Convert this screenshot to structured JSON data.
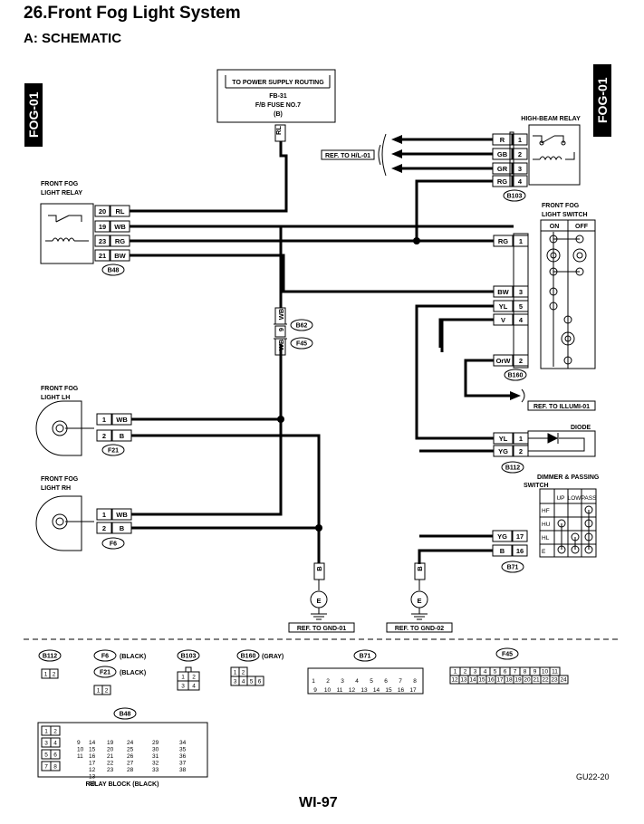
{
  "header": {
    "title": "26.Front Fog Light System",
    "subtitle": "A:  SCHEMATIC"
  },
  "tabs": {
    "left": "FOG-01",
    "right": "FOG-01"
  },
  "power": {
    "line1": "TO POWER SUPPLY ROUTING",
    "line2": "FB-31",
    "line3": "F/B FUSE NO.7",
    "line4": "(B)",
    "wire": "RL"
  },
  "high_beam_relay": {
    "label": "HIGH-BEAM RELAY",
    "connector": "B103",
    "ref": "REF. TO H/L-01",
    "pins": [
      {
        "wire": "R",
        "pin": "1"
      },
      {
        "wire": "GB",
        "pin": "2"
      },
      {
        "wire": "GR",
        "pin": "3"
      },
      {
        "wire": "RG",
        "pin": "4"
      }
    ]
  },
  "fog_relay": {
    "label1": "FRONT FOG",
    "label2": "LIGHT RELAY",
    "connector": "B48",
    "pins": [
      {
        "pin": "20",
        "wire": "RL"
      },
      {
        "pin": "19",
        "wire": "WB"
      },
      {
        "pin": "23",
        "wire": "RG"
      },
      {
        "pin": "21",
        "wire": "BW"
      }
    ]
  },
  "fog_switch": {
    "label1": "FRONT FOG",
    "label2": "LIGHT SWITCH",
    "col_on": "ON",
    "col_off": "OFF",
    "connector": "B160",
    "ref": "REF. TO ILLUMI-01",
    "pins": [
      {
        "wire": "RG",
        "pin": "1"
      },
      {
        "wire": "BW",
        "pin": "3"
      },
      {
        "wire": "YL",
        "pin": "5"
      },
      {
        "wire": "V",
        "pin": "4"
      },
      {
        "wire": "OrW",
        "pin": "2"
      }
    ]
  },
  "midconn": {
    "top": "B62",
    "bottom": "F45",
    "wire_top": "WB",
    "pin": "9",
    "wire_bottom": "WB"
  },
  "fog_lh": {
    "label1": "FRONT FOG",
    "label2": "LIGHT LH",
    "connector": "F21",
    "pins": [
      {
        "pin": "1",
        "wire": "WB"
      },
      {
        "pin": "2",
        "wire": "B"
      }
    ]
  },
  "fog_rh": {
    "label1": "FRONT FOG",
    "label2": "LIGHT RH",
    "connector": "F6",
    "pins": [
      {
        "pin": "1",
        "wire": "WB"
      },
      {
        "pin": "2",
        "wire": "B"
      }
    ]
  },
  "diode": {
    "label": "DIODE",
    "connector": "B112",
    "pins": [
      {
        "wire": "YL",
        "pin": "1"
      },
      {
        "wire": "YG",
        "pin": "2"
      }
    ]
  },
  "dimmer": {
    "label1": "DIMMER & PASSING",
    "label2": "SWITCH",
    "cols": [
      "UP",
      "LOW",
      "PASS"
    ],
    "rows": [
      "HF",
      "HU",
      "HL",
      "E"
    ],
    "connector": "B71",
    "pins": [
      {
        "wire": "YG",
        "pin": "17"
      },
      {
        "wire": "B",
        "pin": "16"
      }
    ]
  },
  "grounds": [
    {
      "wire": "B",
      "symbol": "E",
      "ref": "REF. TO GND-01"
    },
    {
      "wire": "B",
      "symbol": "E",
      "ref": "REF. TO GND-02"
    }
  ],
  "legend": {
    "b112": {
      "name": "B112",
      "cells": [
        "1",
        "2"
      ]
    },
    "f6": {
      "name": "F6",
      "color": "(BLACK)"
    },
    "f21": {
      "name": "F21",
      "color": "(BLACK)",
      "cells": [
        "1",
        "2"
      ]
    },
    "b103": {
      "name": "B103",
      "cells": [
        "1",
        "2",
        "3",
        "4"
      ]
    },
    "b160": {
      "name": "B160",
      "color": "(GRAY)",
      "cells": [
        "1",
        "2",
        "3",
        "4",
        "5",
        "6"
      ]
    },
    "b71": {
      "name": "B71",
      "row1": [
        "1",
        "2",
        "3",
        "4",
        "5",
        "6",
        "7",
        "8"
      ],
      "row2": [
        "9",
        "10",
        "11",
        "12",
        "13",
        "14",
        "15",
        "16",
        "17"
      ]
    },
    "f45": {
      "name": "F45",
      "row1": [
        "1",
        "2",
        "3",
        "4",
        "5",
        "6",
        "7",
        "8",
        "9",
        "10",
        "11"
      ],
      "row2": [
        "12",
        "13",
        "14",
        "15",
        "16",
        "17",
        "18",
        "19",
        "20",
        "21",
        "22",
        "23",
        "24"
      ]
    },
    "b48": {
      "name": "B48",
      "caption": "RELAY BLOCK (BLACK)",
      "left": [
        "1",
        "2",
        "3",
        "4",
        "5",
        "6",
        "7",
        "8"
      ],
      "c1": [
        "9",
        "10",
        "11"
      ],
      "c2": [
        "14",
        "15",
        "16",
        "17",
        "12",
        "13",
        "18"
      ],
      "c3": [
        "19",
        "20",
        "21",
        "22",
        "23"
      ],
      "c4": [
        "24",
        "25",
        "26",
        "27",
        "28"
      ],
      "c5": [
        "29",
        "30",
        "31",
        "32",
        "33"
      ],
      "c6": [
        "34",
        "35",
        "36",
        "37",
        "38"
      ]
    }
  },
  "footer": {
    "page": "WI-97",
    "code": "GU22-20"
  }
}
